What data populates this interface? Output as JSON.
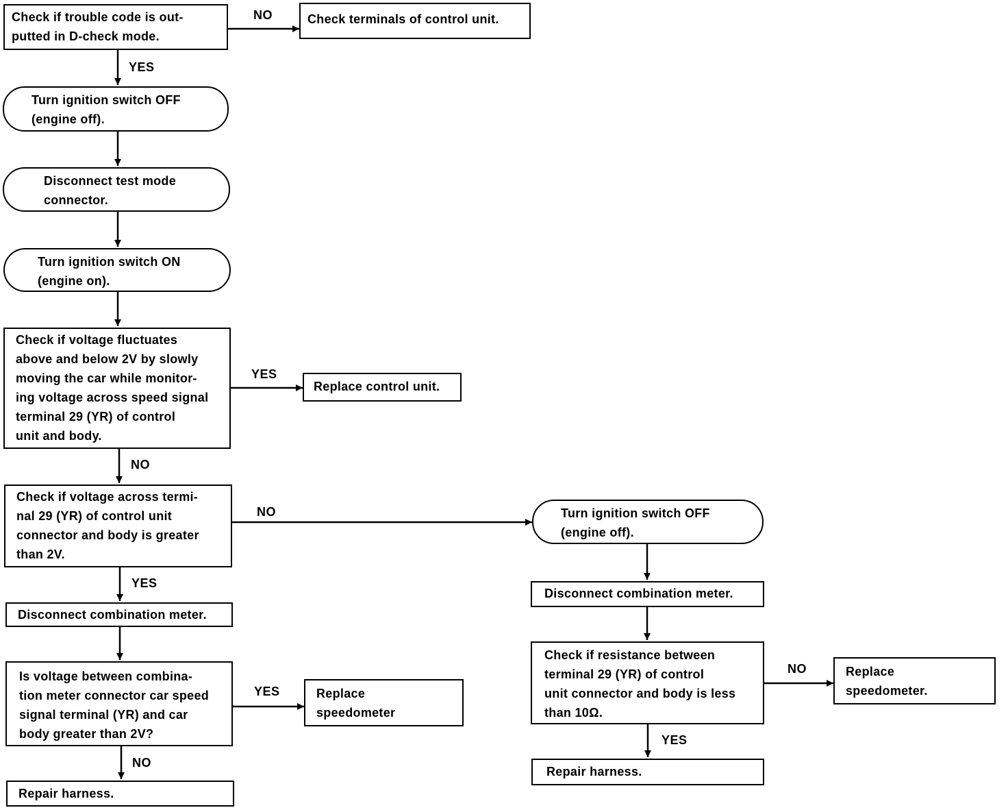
{
  "nodes": {
    "check_trouble_code": "Check if trouble code is out-\nputted in D-check mode.",
    "check_terminals": "Check terminals of control unit.",
    "turn_off_1": "Turn ignition switch OFF\n(engine off).",
    "disconnect_test_mode": "Disconnect test mode\nconnector.",
    "turn_on": "Turn ignition switch ON\n(engine on).",
    "check_fluctuates": "Check if voltage fluctuates\nabove and below 2V by slowly\nmoving the car while monitor-\ning voltage across speed signal\nterminal 29 (YR) of control\nunit and body.",
    "replace_control_unit": "Replace control unit.",
    "check_greater_2v": "Check if voltage across termi-\nnal 29 (YR) of control unit\nconnector and body is greater\nthan 2V.",
    "disconnect_meter_left": "Disconnect combination meter.",
    "is_voltage_meter": "Is voltage between combina-\ntion meter connector car speed\nsignal terminal (YR) and car\nbody greater than 2V?",
    "replace_speedometer_1": "Replace\nspeedometer",
    "repair_harness_left": "Repair harness.",
    "turn_off_2": "Turn ignition switch OFF\n(engine off).",
    "disconnect_meter_right": "Disconnect combination meter.",
    "check_resistance": "Check if resistance between\nterminal 29 (YR) of control\nunit connector and body is less\nthan 10Ω.",
    "replace_speedometer_2": "Replace\nspeedometer.",
    "repair_harness_right": "Repair harness."
  },
  "labels": {
    "no_1": "NO",
    "yes_1": "YES",
    "yes_2": "YES",
    "no_2": "NO",
    "no_3": "NO",
    "yes_3": "YES",
    "yes_4": "YES",
    "no_4": "NO",
    "no_5": "NO",
    "yes_5": "YES"
  }
}
